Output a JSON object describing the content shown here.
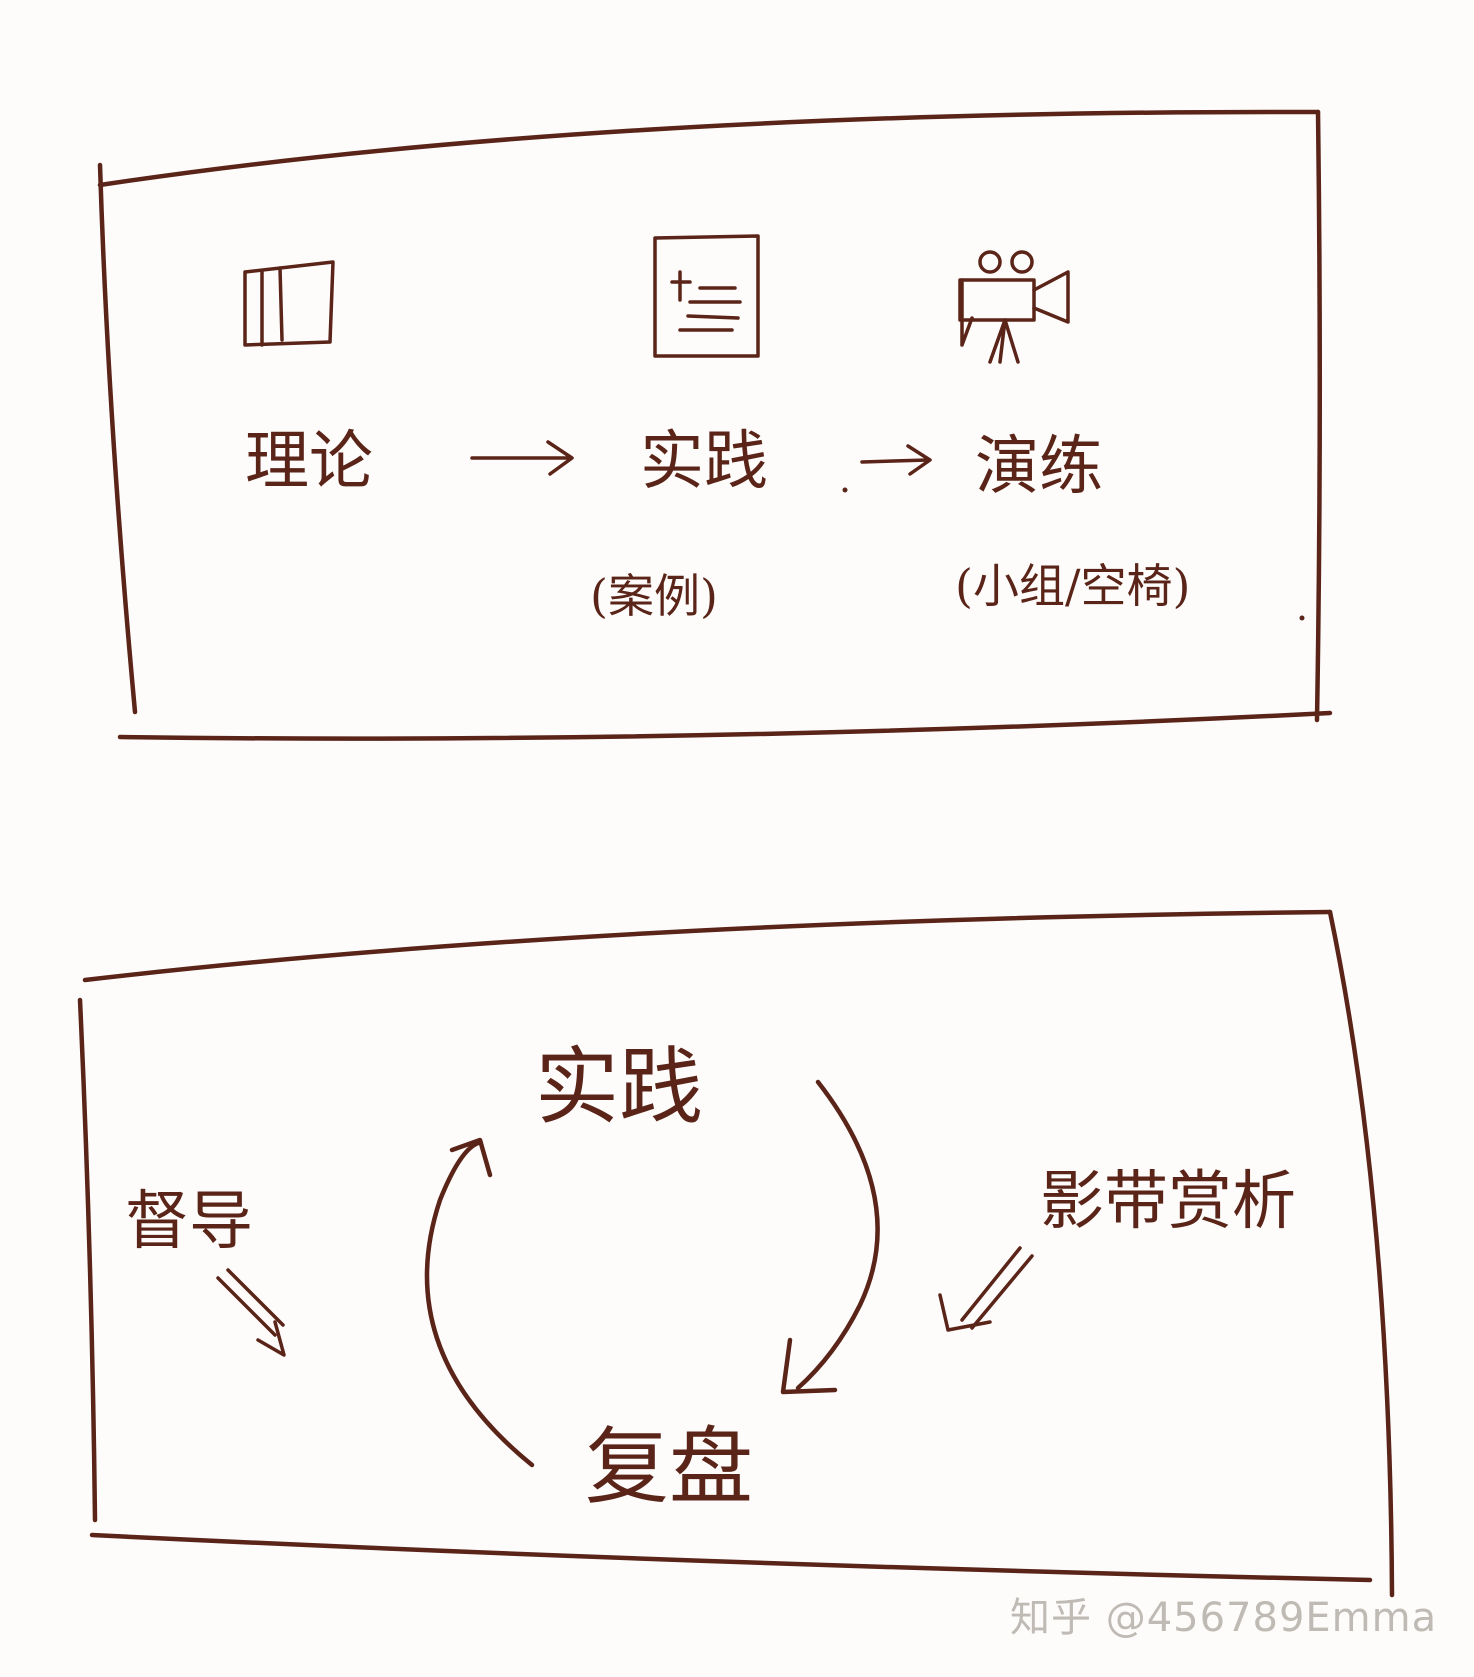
{
  "panel1": {
    "step1": "理论",
    "step2": "实践",
    "step2_note": "(案例)",
    "step3": "演练",
    "step3_note": "(小组/空椅)",
    "icons": [
      "book-icon",
      "document-icon",
      "video-camera-icon"
    ]
  },
  "panel2": {
    "center_top": "实践",
    "center_bottom": "复盘",
    "left_input": "督导",
    "right_input": "影带赏析"
  },
  "watermark": "知乎 @456789Emma",
  "colors": {
    "ink": "#5a2418",
    "paper": "#fdfcfa",
    "watermark": "#b9b3ad"
  }
}
